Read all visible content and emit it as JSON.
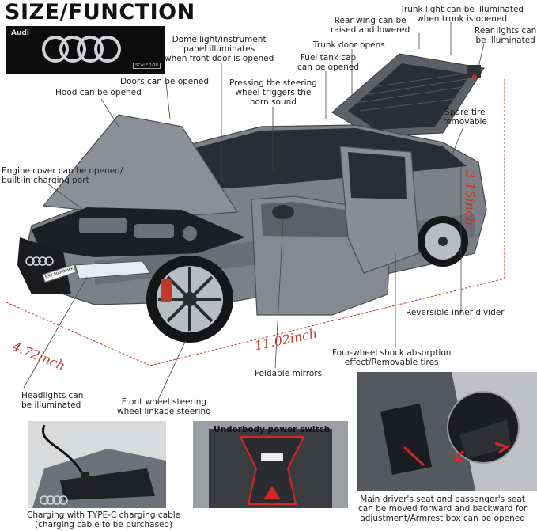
{
  "title": "SIZE/FUNCTION",
  "logo": {
    "brand": "Audi",
    "scale": "SCALE 1/18"
  },
  "plate": "RS7 Sportback",
  "dimensions": {
    "height": "3.15inch",
    "width": "4.72inch",
    "length": "11.02inch"
  },
  "labels": {
    "dome_light": [
      "Dome light/instrument",
      "panel illuminates",
      "when front door is opened"
    ],
    "doors": [
      "Doors can be opened"
    ],
    "hood": [
      "Hood can be opened"
    ],
    "engine": [
      "Engine cover can be opened/",
      "built-in charging port"
    ],
    "steering": [
      "Pressing the steering",
      "wheel triggers the",
      "horn sound"
    ],
    "fuel": [
      "Fuel tank cap",
      "can be opened"
    ],
    "trunk_door": [
      "Trunk door opens"
    ],
    "rear_wing": [
      "Rear wing can be",
      "raised and lowered"
    ],
    "trunk_light": [
      "Trunk light can be illuminated",
      "when trunk is opened"
    ],
    "rear_lights": [
      "Rear lights can",
      "be illuminated"
    ],
    "spare_tire": [
      "Spare tire",
      "removable"
    ],
    "divider": [
      "Reversible inner divider"
    ],
    "shock": [
      "Four-wheel shock absorption",
      "effect/Removable tires"
    ],
    "mirrors": [
      "Foldable mirrors"
    ],
    "headlights": [
      "Headlights can",
      "be illuminated"
    ],
    "front_wheel": [
      "Front wheel steering",
      "wheel linkage steering"
    ],
    "underbody": [
      "Underbody power switch"
    ],
    "charging": [
      "Charging with TYPE-C charging cable",
      "(charging cable to be purchased)"
    ],
    "seats": [
      "Main driver's seat and passenger's seat",
      "can be moved forward and backward for",
      "adjustment/Armrest box can be opened"
    ]
  },
  "colors": {
    "car_body": "#7d8086",
    "dimension": "#c0392b",
    "accent_red": "#d62828"
  }
}
